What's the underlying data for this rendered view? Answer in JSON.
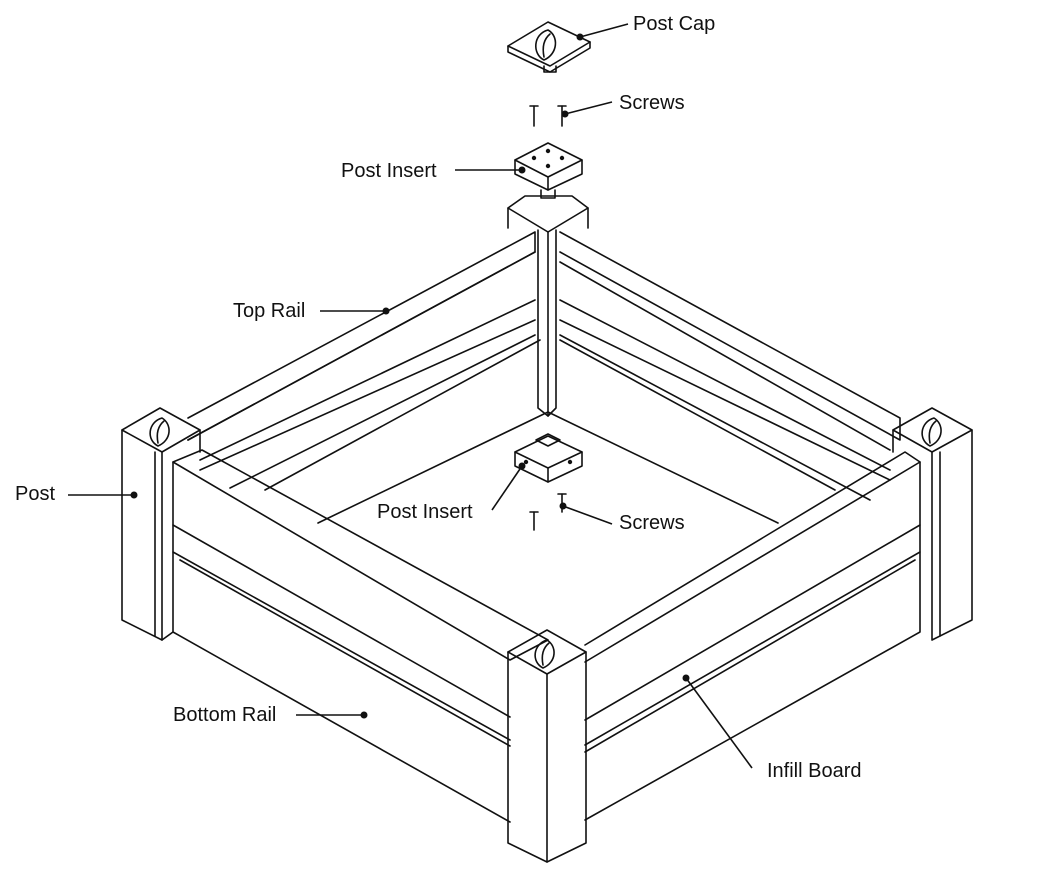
{
  "diagram": {
    "labels": {
      "post_cap": "Post Cap",
      "screws_top": "Screws",
      "post_insert_top": "Post Insert",
      "top_rail": "Top Rail",
      "post": "Post",
      "post_insert_bottom": "Post Insert",
      "screws_bottom": "Screws",
      "bottom_rail": "Bottom Rail",
      "infill_board": "Infill Board"
    }
  }
}
